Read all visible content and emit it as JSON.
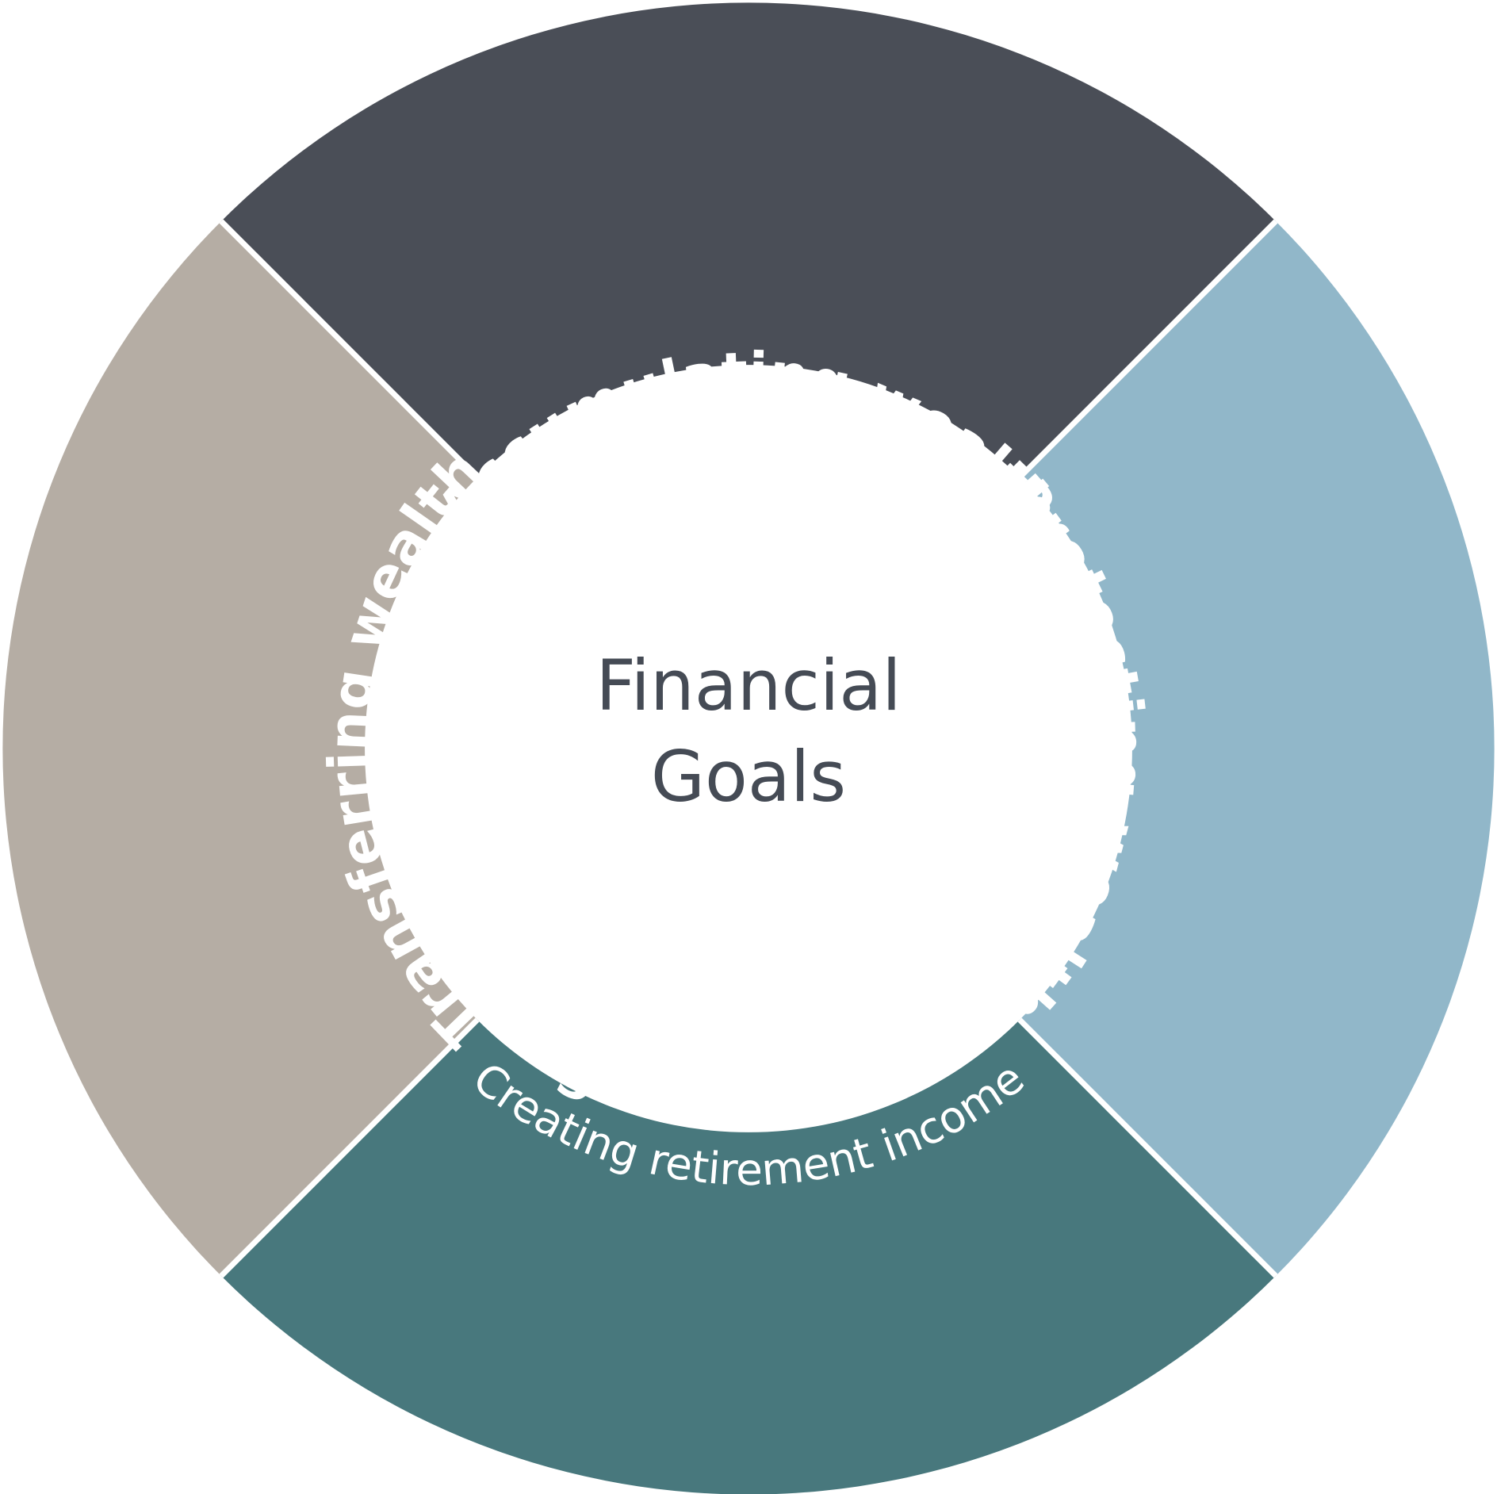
{
  "center": {
    "line1": "Financial",
    "line2": "Goals"
  },
  "segments": [
    {
      "id": "accumulating",
      "title": "Accumulating wealth",
      "subtitle": "Growing assets",
      "color": "#4a4e57"
    },
    {
      "id": "protecting",
      "title": "Protecting wealth",
      "subtitle": "Managing risk",
      "color": "#91b7c9"
    },
    {
      "id": "income",
      "title": "Turning wealth to income",
      "subtitle": "Creating retirement income",
      "color": "#48787d"
    },
    {
      "id": "transferring",
      "title": "Transferring wealth",
      "subtitle": "Creating a legacy",
      "color": "#b5ada4"
    }
  ],
  "colors": {
    "divider": "#ffffff",
    "center_fill": "#ffffff",
    "center_text": "#454b55"
  }
}
